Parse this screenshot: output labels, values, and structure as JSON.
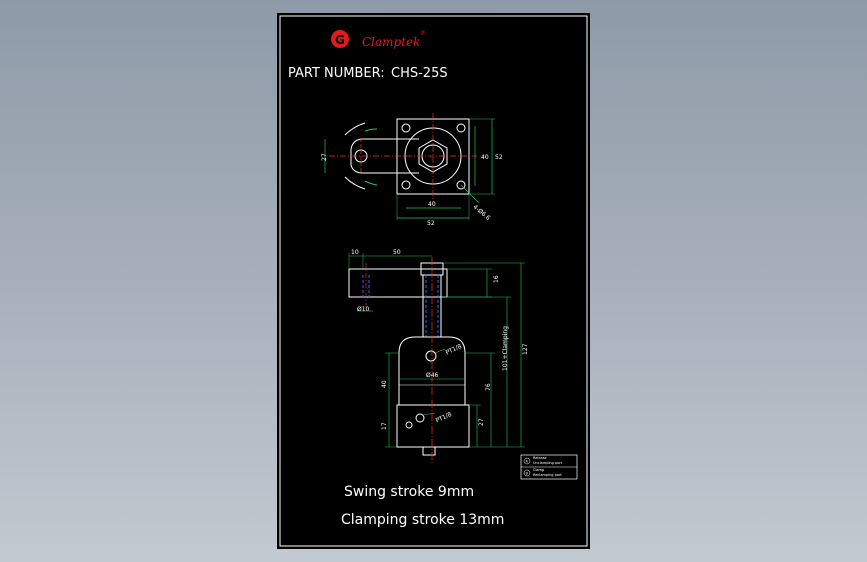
{
  "brand": {
    "name": "Clamptek",
    "registered": "®",
    "color": "#e01b1b",
    "logo": "G"
  },
  "part": {
    "label": "PART NUMBER:",
    "value": "CHS-25S"
  },
  "top_view": {
    "dims": {
      "d27": "27",
      "d40v": "40",
      "d52v": "52",
      "d40h": "40",
      "d52h": "52",
      "hole": "4-Ø6.6"
    }
  },
  "side_view": {
    "dims": {
      "d10": "10",
      "d50": "50",
      "d16": "16",
      "dpin": "Ø10",
      "d46": "Ø46",
      "d40": "40",
      "d17": "17",
      "d27": "27",
      "d76": "76",
      "d127": "127",
      "d101": "101+Clamping",
      "port1": "PT1/8",
      "port2": "PT1/8"
    }
  },
  "legend": {
    "rows": [
      {
        "symbol": "A",
        "text": "Release"
      },
      {
        "symbol": "A",
        "text": "Unclamping port"
      },
      {
        "symbol": "B",
        "text": "Clamp"
      },
      {
        "symbol": "B",
        "text": "Reclamping port"
      }
    ]
  },
  "notes": {
    "swing": "Swing stroke 9mm",
    "clamping": "Clamping stroke 13mm"
  },
  "colors": {
    "outline": "#ffffff",
    "dimension": "#22c55e",
    "center": "#ff2a2a",
    "hidden": "#3b5bff",
    "border": "#ffffff"
  }
}
